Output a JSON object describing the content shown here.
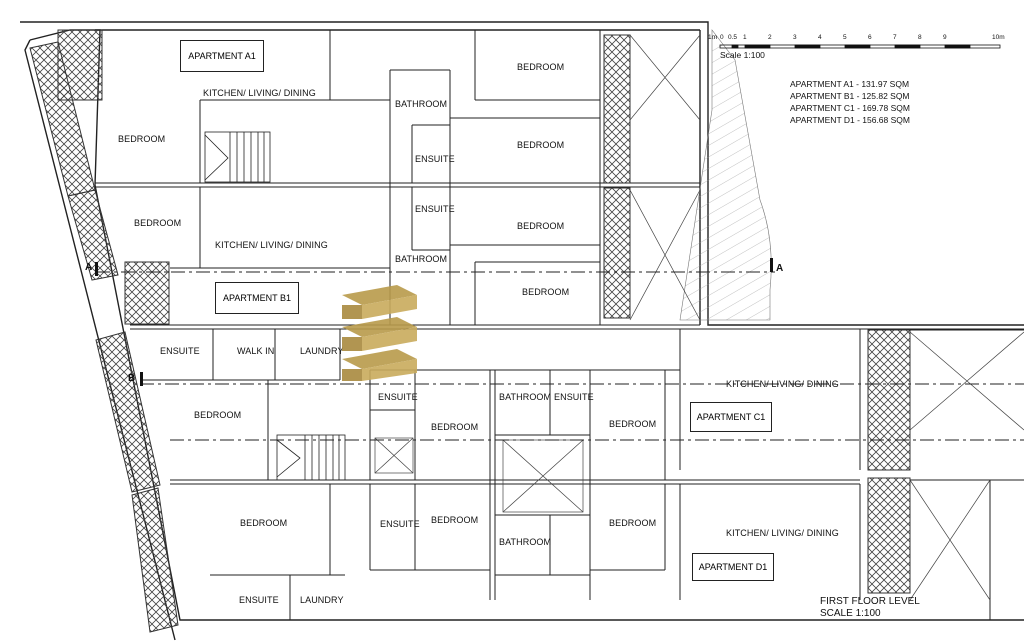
{
  "scale_bar": {
    "title": "Scale 1:100",
    "ticks": [
      "1m",
      "0",
      "0.5",
      "1",
      "2",
      "3",
      "4",
      "5",
      "6",
      "7",
      "8",
      "9",
      "10m"
    ]
  },
  "areas": [
    "APARTMENT A1 - 131.97 SQM",
    "APARTMENT B1 - 125.82 SQM",
    "APARTMENT C1 - 169.78 SQM",
    "APARTMENT D1 - 156.68 SQM"
  ],
  "apartments": {
    "a1": "APARTMENT A1",
    "b1": "APARTMENT B1",
    "c1": "APARTMENT C1",
    "d1": "APARTMENT D1"
  },
  "rooms": {
    "kitchen_a1": "KITCHEN/ LIVING/ DINING",
    "bedroom_a1_left": "BEDROOM",
    "bathroom_top": "BATHROOM",
    "ensuite_a1": "ENSUITE",
    "bedroom_a1_top_right": "BEDROOM",
    "bedroom_a1_mid_right": "BEDROOM",
    "bedroom_b1_left": "BEDROOM",
    "kitchen_b1": "KITCHEN/ LIVING/ DINING",
    "ensuite_b1": "ENSUITE",
    "bathroom_b1": "BATHROOM",
    "bedroom_b1_right": "BEDROOM",
    "bedroom_b1_lower": "BEDROOM",
    "ensuite_c_left": "ENSUITE",
    "walk_in": "WALK IN",
    "laundry_top": "LAUNDRY",
    "bedroom_c_left": "BEDROOM",
    "ensuite_c_mid": "ENSUITE",
    "bedroom_c_mid": "BEDROOM",
    "bathroom_c": "BATHROOM",
    "ensuite_c_right": "ENSUITE",
    "bedroom_c_right": "BEDROOM",
    "kitchen_c1": "KITCHEN/ LIVING/ DINING",
    "bedroom_d_left": "BEDROOM",
    "ensuite_d_mid": "ENSUITE",
    "bedroom_d_mid": "BEDROOM",
    "bathroom_d": "BATHROOM",
    "bedroom_d_right": "BEDROOM",
    "kitchen_d1": "KITCHEN/ LIVING/ DINING",
    "ensuite_d_bottom": "ENSUITE",
    "laundry_bottom": "LAUNDRY"
  },
  "sections": {
    "a_left": "A",
    "a_right": "A",
    "b_left": "B"
  },
  "drawing_title": {
    "line1": "FIRST FLOOR LEVEL",
    "line2": "SCALE 1:100"
  },
  "colors": {
    "line": "#222222",
    "hatch": "#444444",
    "logo_gold": "#b89a4a"
  }
}
